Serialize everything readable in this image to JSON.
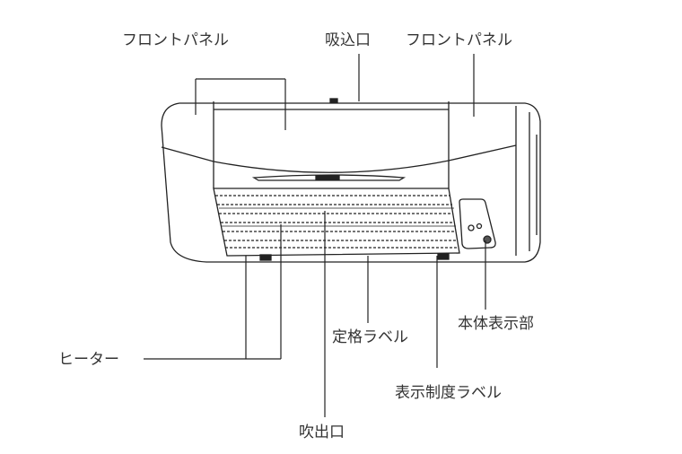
{
  "labels": {
    "front_panel_left": "フロントパネル",
    "intake": "吸込口",
    "front_panel_right": "フロントパネル",
    "display": "本体表示部",
    "rating_label": "定格ラベル",
    "display_system_label": "表示制度ラベル",
    "outlet": "吹出口",
    "heater": "ヒーター"
  }
}
